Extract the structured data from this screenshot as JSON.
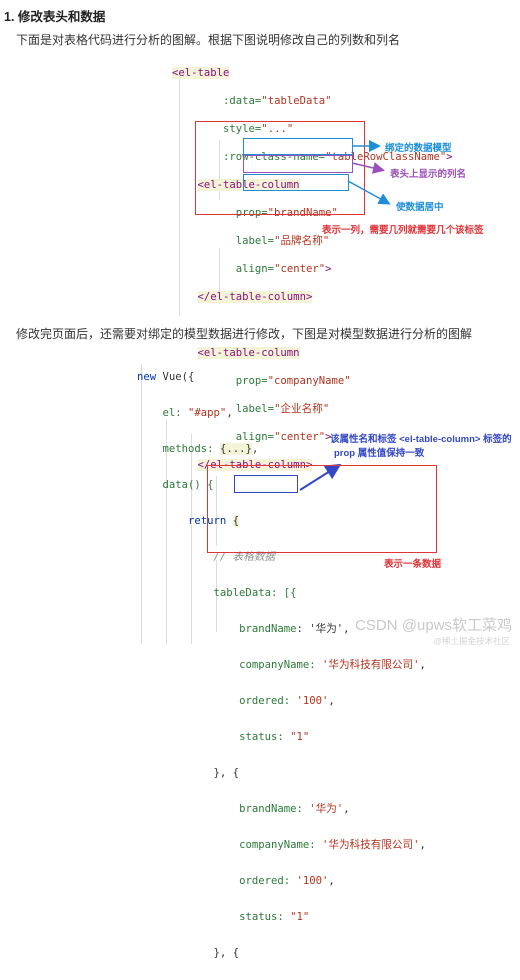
{
  "heading": "1. 修改表头和数据",
  "intro": "下面是对表格代码进行分析的图解。根据下图说明修改自己的列数和列名",
  "middle_text": "修改完页面后，还需要对绑定的模型数据进行修改，下图是对模型数据进行分析的图解",
  "code1": {
    "l1": "<el-table",
    "l2a": ":data=",
    "l2b": "\"tableData\"",
    "l3a": "style=",
    "l3b": "\"...\"",
    "l4a": ":row-class-name=",
    "l4b": "\"tableRowClassName\"",
    "l4c": ">",
    "l5": "<el-table-column",
    "l6a": "prop=",
    "l6b": "\"brandName\"",
    "l7a": "label=",
    "l7b": "\"品牌名称\"",
    "l8a": "align=",
    "l8b": "\"center\"",
    "l8c": ">",
    "l9": "</el-table-column>",
    "l10": "<el-table-column",
    "l11a": "prop=",
    "l11b": "\"companyName\"",
    "l12a": "label=",
    "l12b": "\"企业名称\"",
    "l13a": "align=",
    "l13b": "\"center\"",
    "l13c": ">",
    "l14": "</el-table-column>"
  },
  "annotations1": {
    "bind_model": "绑定的数据模型",
    "header_name": "表头上显示的列名",
    "center": "使数据居中",
    "one_column": "表示一列，需要几列就需要几个该标签"
  },
  "code2": {
    "l1a": "new",
    "l1b": "Vue({",
    "l2a": "el:",
    "l2b": "\"#app\"",
    "l2c": ",",
    "l3a": "methods:",
    "l3b": "{...}",
    "l3c": ",",
    "l4": "data() {",
    "l5a": "return",
    "l5b": "{",
    "l6": "// 表格数据",
    "l7": "tableData: [{",
    "l8a": "brandName",
    "l8b": ": '华为',",
    "l9a": "companyName: ",
    "l9b": "'华为科技有限公司'",
    "l9c": ",",
    "l10a": "ordered: ",
    "l10b": "'100'",
    "l10c": ",",
    "l11a": "status: ",
    "l11b": "\"1\"",
    "l12": "}, {",
    "l13a": "brandName: ",
    "l13b": "'华为'",
    "l13c": ",",
    "l14a": "companyName: ",
    "l14b": "'华为科技有限公司'",
    "l14c": ",",
    "l15a": "ordered: ",
    "l15b": "'100'",
    "l15c": ",",
    "l16a": "status: ",
    "l16b": "\"1\"",
    "l17": "}, {"
  },
  "annotations2": {
    "same_line1": "该属性名和标签 <el-table-column> 标签的",
    "same_line2": "prop 属性值保持一致",
    "one_record": "表示一条数据"
  },
  "watermark": "CSDN @upws软工菜鸡",
  "watermark_small": "@稀土掘金技术社区",
  "colors": {
    "red": "#e0343a",
    "blue": "#1e8fd6",
    "purple": "#9b4fb8",
    "navy": "#3448c5"
  }
}
